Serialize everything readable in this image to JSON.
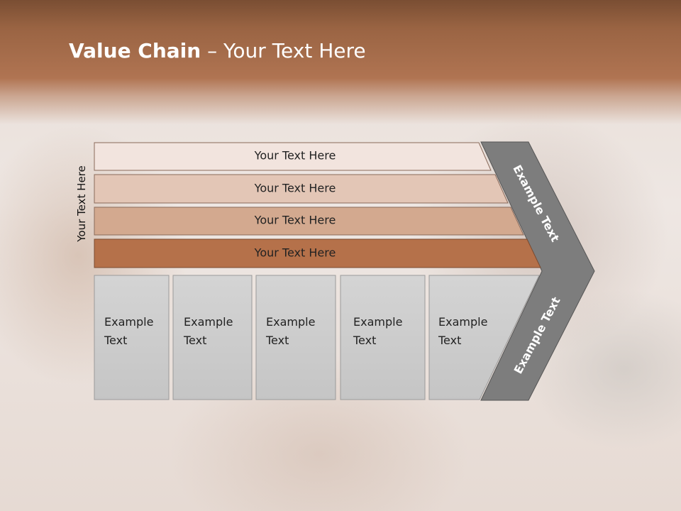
{
  "slide": {
    "title_bold": "Value Chain",
    "title_rest": " – Your Text Here",
    "vertical_label": "Your Text Here"
  },
  "rows": [
    {
      "label": "Your Text Here",
      "color": "#f2e4de"
    },
    {
      "label": "Your Text Here",
      "color": "#e3c6b6"
    },
    {
      "label": "Your Text Here",
      "color": "#d3a98f"
    },
    {
      "label": "Your Text Here",
      "color": "#b5714a"
    }
  ],
  "columns": [
    {
      "line1": "Example",
      "line2": "Text"
    },
    {
      "line1": "Example",
      "line2": "Text"
    },
    {
      "line1": "Example",
      "line2": "Text"
    },
    {
      "line1": "Example",
      "line2": "Text"
    },
    {
      "line1": "Example",
      "line2": "Text"
    }
  ],
  "chevron": {
    "upper_label": "Example Text",
    "lower_label": "Example Text",
    "color": "#7d7d7d"
  },
  "colors": {
    "header": "#9a6443",
    "column_fill": "#cfcfcf"
  }
}
